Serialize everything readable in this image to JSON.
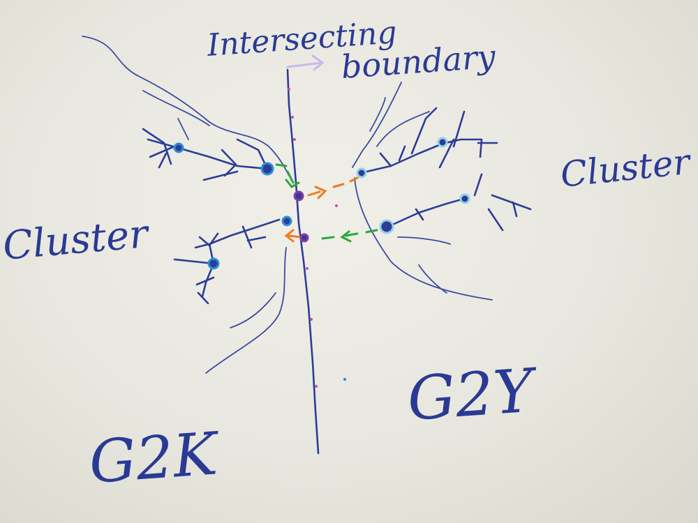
{
  "labels": {
    "boundary_line1": "Intersecting",
    "boundary_line2": "boundary",
    "cluster_right": "Cluster",
    "cluster_left": "Cluster",
    "region_left": "G2K",
    "region_right": "G2Y"
  },
  "colors": {
    "ink": "#2c3d96",
    "node_blue": "#2f8fd8",
    "node_light": "#8fd0ea",
    "boundary_node": "#8a3aa8",
    "green_arrow": "#2aa83a",
    "orange_arrow": "#f07a20",
    "boundary_marker": "#c050b0",
    "boundary_arrow": "#c8b8ee"
  }
}
